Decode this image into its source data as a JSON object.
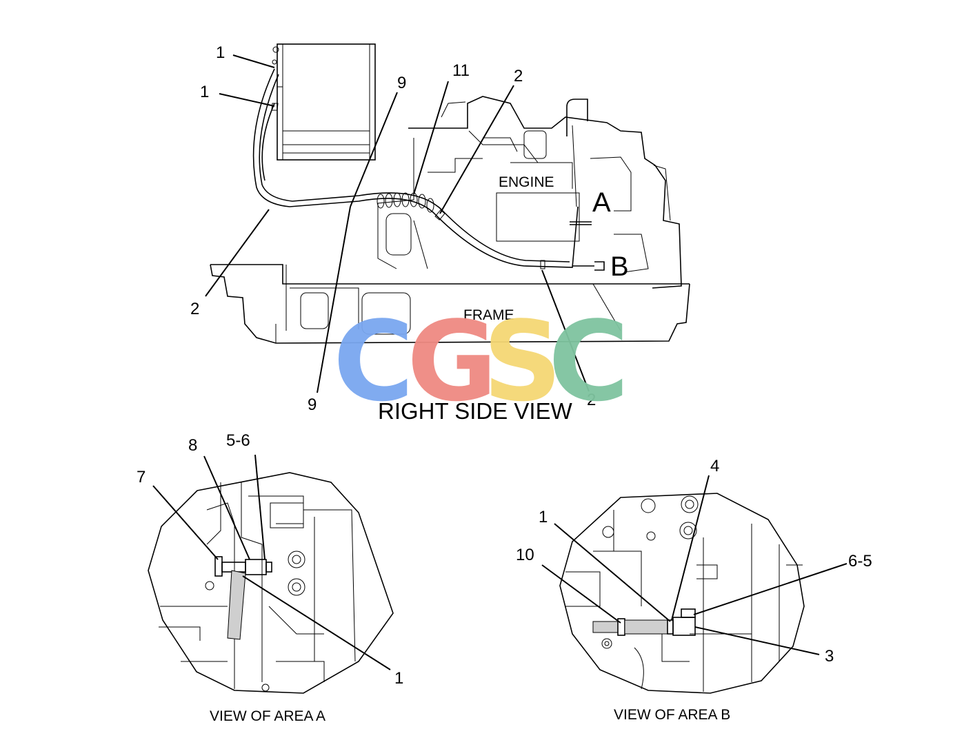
{
  "title": "RIGHT SIDE VIEW",
  "watermark": {
    "letters": [
      "C",
      "G",
      "S",
      "C"
    ],
    "colors": [
      "#7aa7f0",
      "#ef8a82",
      "#f5d774",
      "#7fc4a0"
    ]
  },
  "main_view": {
    "component_labels": {
      "engine": "ENGINE",
      "frame": "FRAME"
    },
    "area_markers": {
      "a": "A",
      "b": "B"
    },
    "callouts": [
      "1",
      "1",
      "9",
      "11",
      "2",
      "2",
      "9",
      "2"
    ]
  },
  "view_a": {
    "caption": "VIEW OF AREA  A",
    "callouts": [
      "8",
      "5-6",
      "7",
      "1"
    ]
  },
  "view_b": {
    "caption": "VIEW OF AREA  B",
    "callouts": [
      "4",
      "1",
      "10",
      "6-5",
      "3"
    ]
  }
}
